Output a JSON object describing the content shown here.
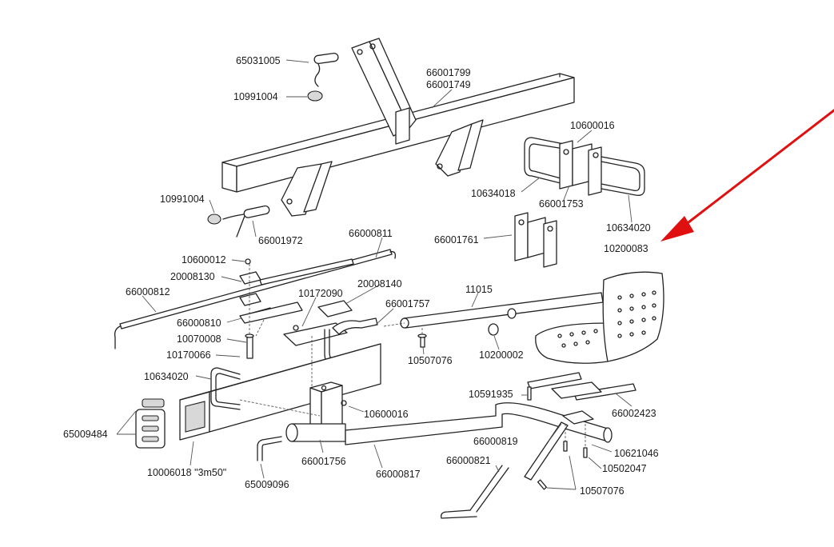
{
  "diagram": {
    "labels": {
      "p65031005": "65031005",
      "p10991004a": "10991004",
      "p66001799": "66001799",
      "p66001749": "66001749",
      "p10600016a": "10600016",
      "p10634018": "10634018",
      "p66001753": "66001753",
      "p10634020": "10634020",
      "p10991004b": "10991004",
      "p66001972": "66001972",
      "p66001761": "66001761",
      "p10200083": "10200083",
      "p66000811": "66000811",
      "p10600012": "10600012",
      "p20008130": "20008130",
      "p20008140": "20008140",
      "p66000812": "66000812",
      "p10172090": "10172090",
      "p11015": "11015",
      "p66001757": "66001757",
      "p66000810": "66000810",
      "p10070008": "10070008",
      "p10170066": "10170066",
      "p10507076a": "10507076",
      "p10200002": "10200002",
      "p10634020b": "10634020",
      "p10591935": "10591935",
      "p10600016b": "10600016",
      "p66002423": "66002423",
      "p65009484": "65009484",
      "p66000819": "66000819",
      "p10621046": "10621046",
      "p66000821": "66000821",
      "p10502047": "10502047",
      "p66001756": "66001756",
      "p10006018": "10006018 \"3m50\"",
      "p65009096": "65009096",
      "p66000817": "66000817",
      "p10507076b": "10507076"
    },
    "highlight_arrow_color": "#e01010",
    "line_color": "#222222"
  }
}
